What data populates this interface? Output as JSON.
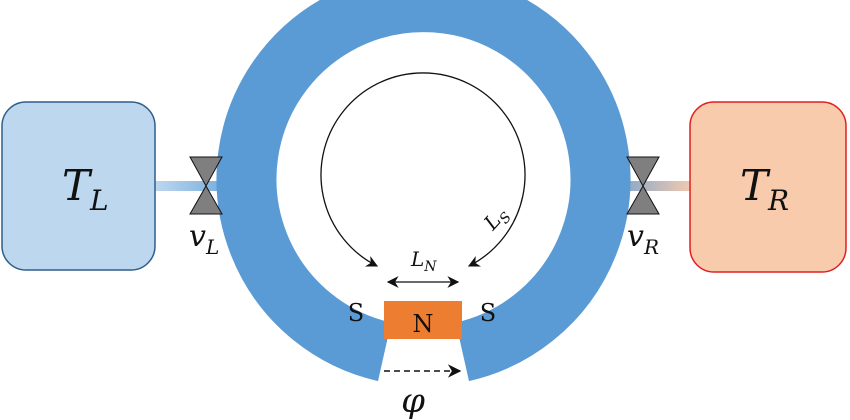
{
  "left_reservoir": {
    "symbol": "T",
    "subscript": "L",
    "fill": "#bdd7ee",
    "stroke": "#2e5f8a"
  },
  "right_reservoir": {
    "symbol": "T",
    "subscript": "R",
    "fill": "#f8cbad",
    "stroke": "#e02020"
  },
  "left_contact": {
    "symbol": "v",
    "subscript": "L"
  },
  "right_contact": {
    "symbol": "v",
    "subscript": "R"
  },
  "ring": {
    "color": "#5b9bd5"
  },
  "superconductor_left_label": "S",
  "superconductor_right_label": "S",
  "normal_segment": {
    "label": "N",
    "fill": "#ed7d31"
  },
  "normal_length": {
    "symbol": "L",
    "subscript": "N"
  },
  "super_length": {
    "symbol": "L",
    "subscript": "S"
  },
  "phase_label": "φ",
  "valve_color": "#7f7f7f"
}
